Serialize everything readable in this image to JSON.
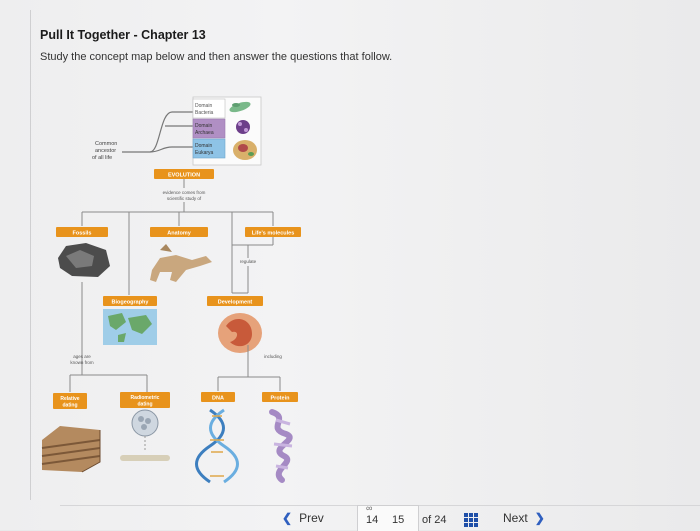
{
  "header": {
    "title": "Pull It Together - Chapter 13",
    "instructions": "Study the concept map below and then answer the questions that follow."
  },
  "concept_map": {
    "ancestor_label": [
      "Common",
      "ancestor",
      "of all life"
    ],
    "domains": [
      {
        "line1": "Domain",
        "line2": "Bacteria"
      },
      {
        "line1": "Domain",
        "line2": "Archaea"
      },
      {
        "line1": "Domain",
        "line2": "Eukarya"
      }
    ],
    "evolution": "EVOLUTION",
    "evidence_text": [
      "evidence comes from",
      "scientific study of"
    ],
    "nodes": {
      "fossils": "Fossils",
      "anatomy": "Anatomy",
      "lifes_molecules": "Life's molecules",
      "biogeography": "Biogeography",
      "development": "Development",
      "relative_dating": [
        "Relative",
        "dating"
      ],
      "radiometric_dating": [
        "Radiometric",
        "dating"
      ],
      "dna": "DNA",
      "protein": "Protein"
    },
    "edge_labels": {
      "regulate": "regulate",
      "ages": [
        "ages are",
        "known from"
      ],
      "including": "including"
    },
    "colors": {
      "node_fill": "#e8931c",
      "node_text": "#ffffff",
      "line": "#8a8a8a",
      "bacteria_box": "#ffffff",
      "archaea_box": "#b08fc4",
      "eukarya_box": "#8ec3e6"
    }
  },
  "footer": {
    "prev_label": "Prev",
    "page_14": "14",
    "page_15": "15",
    "of_total": "of 24",
    "next_label": "Next",
    "grid_icon": "grid-icon",
    "link_icon": "link-icon"
  }
}
